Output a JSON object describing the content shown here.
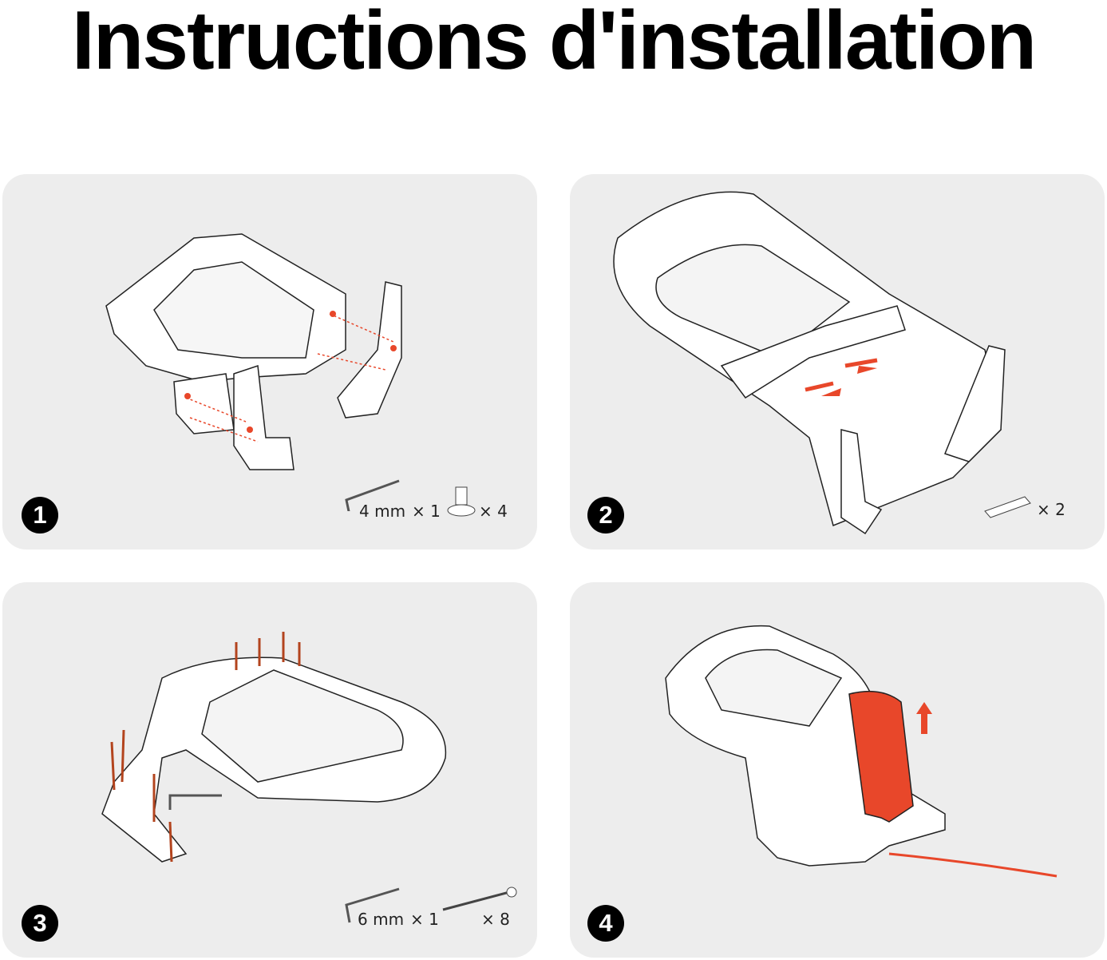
{
  "title": "Instructions d'installation",
  "accent_color": "#e8472a",
  "steps": [
    {
      "number": "1",
      "parts": [
        {
          "icon": "hex-key-icon",
          "label": "4 mm",
          "qty": "× 1"
        },
        {
          "icon": "bolt-icon",
          "qty": "× 4"
        }
      ]
    },
    {
      "number": "2",
      "parts": [
        {
          "icon": "pin-icon",
          "qty": "× 2"
        }
      ]
    },
    {
      "number": "3",
      "parts": [
        {
          "icon": "hex-key-icon",
          "label": "6 mm",
          "qty": "× 1"
        },
        {
          "icon": "screw-icon",
          "qty": "× 8"
        }
      ]
    },
    {
      "number": "4",
      "parts": []
    }
  ]
}
